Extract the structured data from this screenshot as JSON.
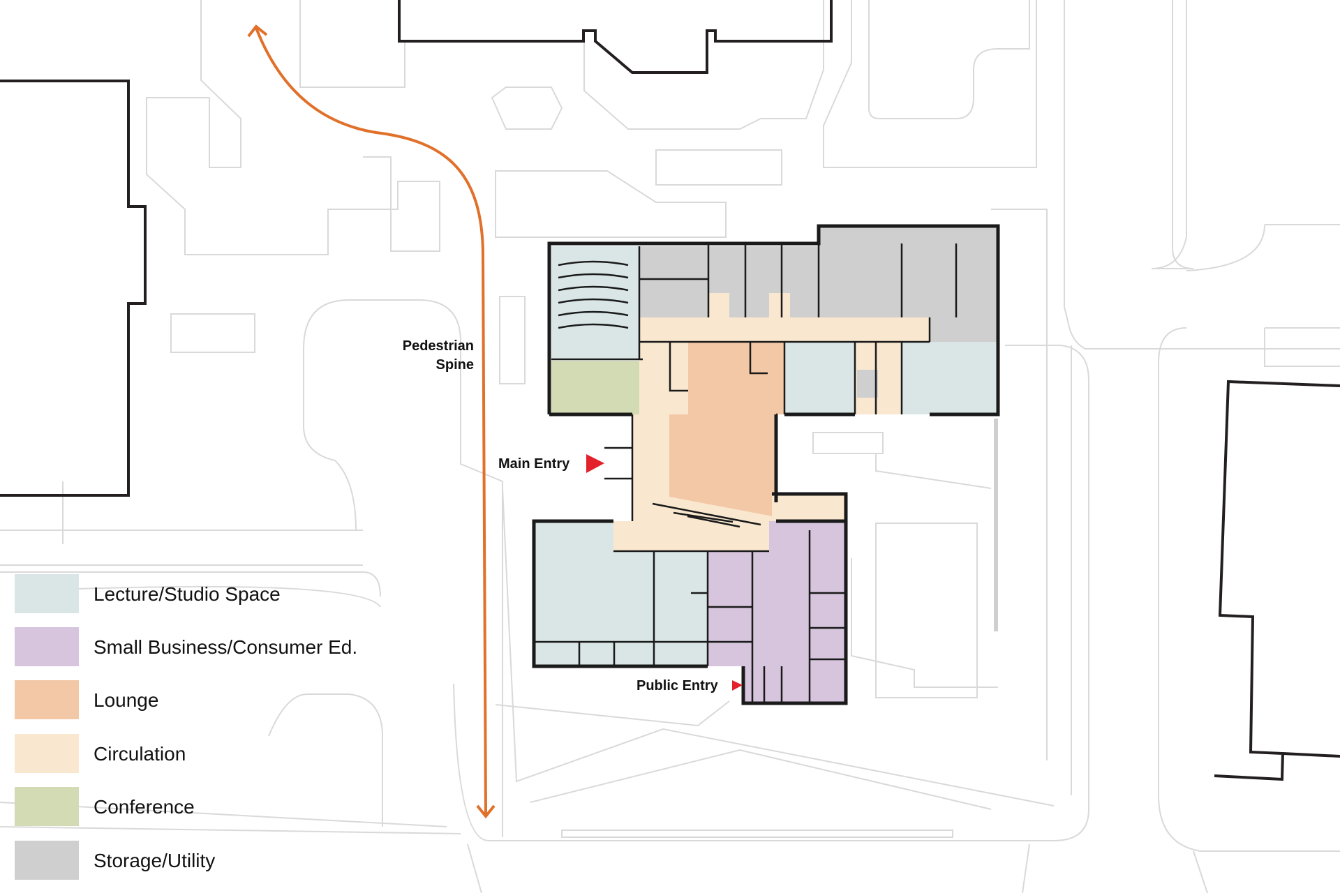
{
  "labels": {
    "pedestrian_spine_line1": "Pedestrian",
    "pedestrian_spine_line2": "Spine",
    "main_entry": "Main Entry",
    "public_entry": "Public Entry"
  },
  "legend": [
    {
      "label": "Lecture/Studio Space",
      "color": "#dae6e6"
    },
    {
      "label": "Small Business/Consumer Ed.",
      "color": "#d6c5dd"
    },
    {
      "label": "Lounge",
      "color": "#f2c8a6"
    },
    {
      "label": "Circulation",
      "color": "#f9e8cf"
    },
    {
      "label": "Conference",
      "color": "#d3dbb5"
    },
    {
      "label": "Storage/Utility",
      "color": "#cfcfcf"
    }
  ],
  "colors": {
    "spine": "#e0702a",
    "entry_marker": "#e3212b"
  }
}
